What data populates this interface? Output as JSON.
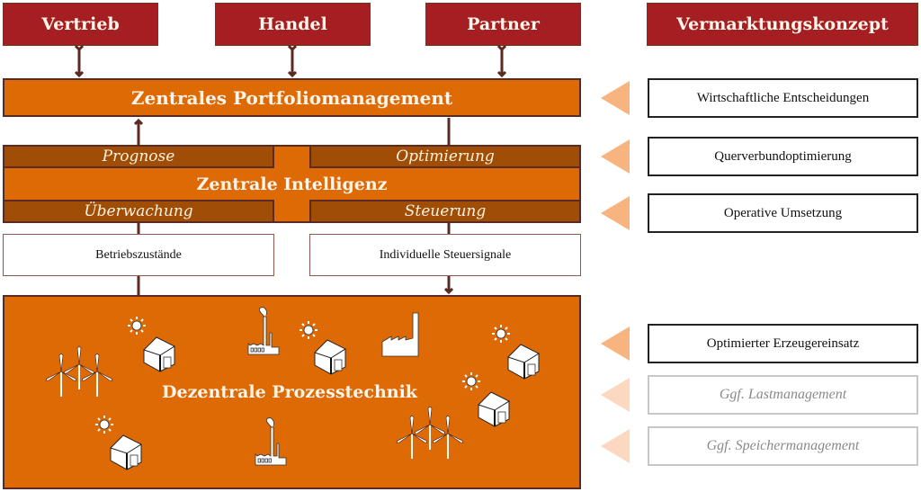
{
  "top_boxes": {
    "vertrieb": "Vertrieb",
    "handel": "Handel",
    "partner": "Partner",
    "vermarktungskonzept": "Vermarktungskonzept"
  },
  "portfolio": {
    "title": "Zentrales Portfoliomanagement"
  },
  "intelligence": {
    "title": "Zentrale Intelligenz",
    "top_left": "Prognose",
    "top_right": "Optimierung",
    "bottom_left": "Überwachung",
    "bottom_right": "Steuerung"
  },
  "signals": {
    "left": "Betriebszustände",
    "right": "Individuelle Steuersignale"
  },
  "process": {
    "title": "Dezentrale Prozesstechnik",
    "icons": [
      "wind-turbines",
      "house-with-sun",
      "factory-chimney",
      "house-with-sun",
      "factory",
      "house-with-sun",
      "house-with-sun",
      "house-with-sun",
      "factory-chimney",
      "wind-turbines"
    ]
  },
  "concept_items": [
    {
      "label": "Wirtschaftliche Entscheidungen",
      "state": "active"
    },
    {
      "label": "Querverbundoptimierung",
      "state": "active"
    },
    {
      "label": "Operative Umsetzung",
      "state": "active"
    },
    {
      "label": "Optimierter Erzeugereinsatz",
      "state": "active"
    },
    {
      "label": "Ggf. Lastmanagement",
      "state": "optional"
    },
    {
      "label": "Ggf. Speichermanagement",
      "state": "optional"
    }
  ],
  "colors": {
    "top_box": "#a51f22",
    "orange": "#dd6a05",
    "dark_orange": "#a04e05",
    "border": "#5b2a22",
    "triangle": "#f7b47e",
    "triangle_faded": "#fbd8bf"
  }
}
